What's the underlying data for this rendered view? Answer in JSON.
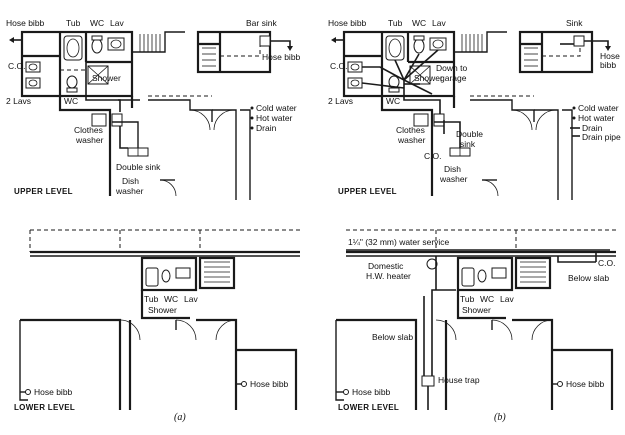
{
  "panel_a": {
    "upper": {
      "hose_bibb_1": "Hose bibb",
      "tub": "Tub",
      "wc": "WC",
      "lav": "Lav",
      "bar_sink": "Bar sink",
      "hose_bibb_2": "Hose bibb",
      "co": "C.O.",
      "shower": "Shower",
      "two_lavs": "2 Lavs",
      "wc2": "WC",
      "clothes": "Clothes",
      "washer": "washer",
      "double_sink": "Double sink",
      "dish": "Dish",
      "washer2": "washer",
      "level": "UPPER LEVEL",
      "legend": [
        "Cold water",
        "Hot water",
        "Drain"
      ]
    },
    "lower": {
      "tub": "Tub",
      "wc": "WC",
      "lav": "Lav",
      "shower": "Shower",
      "hose_bibb_right": "Hose bibb",
      "hose_bibb_left": "Hose bibb",
      "level": "LOWER LEVEL"
    },
    "caption": "(a)"
  },
  "panel_b": {
    "upper": {
      "hose_bibb_1": "Hose bibb",
      "tub": "Tub",
      "wc": "WC",
      "lav": "Lav",
      "sink": "Sink",
      "hose": "Hose",
      "bibb": "bibb",
      "co": "C.O.",
      "shower": "Shower",
      "down_to": "Down to",
      "garage": "garage",
      "two_lavs": "2 Lavs",
      "wc2": "WC",
      "clothes": "Clothes",
      "washer": "washer",
      "double": "Double",
      "sink2": "sink",
      "co2": "C.O.",
      "dish": "Dish",
      "washer2": "washer",
      "level": "UPPER LEVEL",
      "legend": [
        "Cold water",
        "Hot water",
        "Drain",
        "Drain pipe"
      ]
    },
    "lower": {
      "water_service": "1¼\" (32 mm) water service",
      "domestic": "Domestic",
      "hw_heater": "H.W. heater",
      "co": "C.O.",
      "below_slab_1": "Below slab",
      "tub": "Tub",
      "wc": "WC",
      "lav": "Lav",
      "shower": "Shower",
      "below_slab_2": "Below slab",
      "house_trap": "House trap",
      "hose_bibb_right": "Hose bibb",
      "hose_bibb_left": "Hose bibb",
      "level": "LOWER LEVEL"
    },
    "caption": "(b)"
  }
}
